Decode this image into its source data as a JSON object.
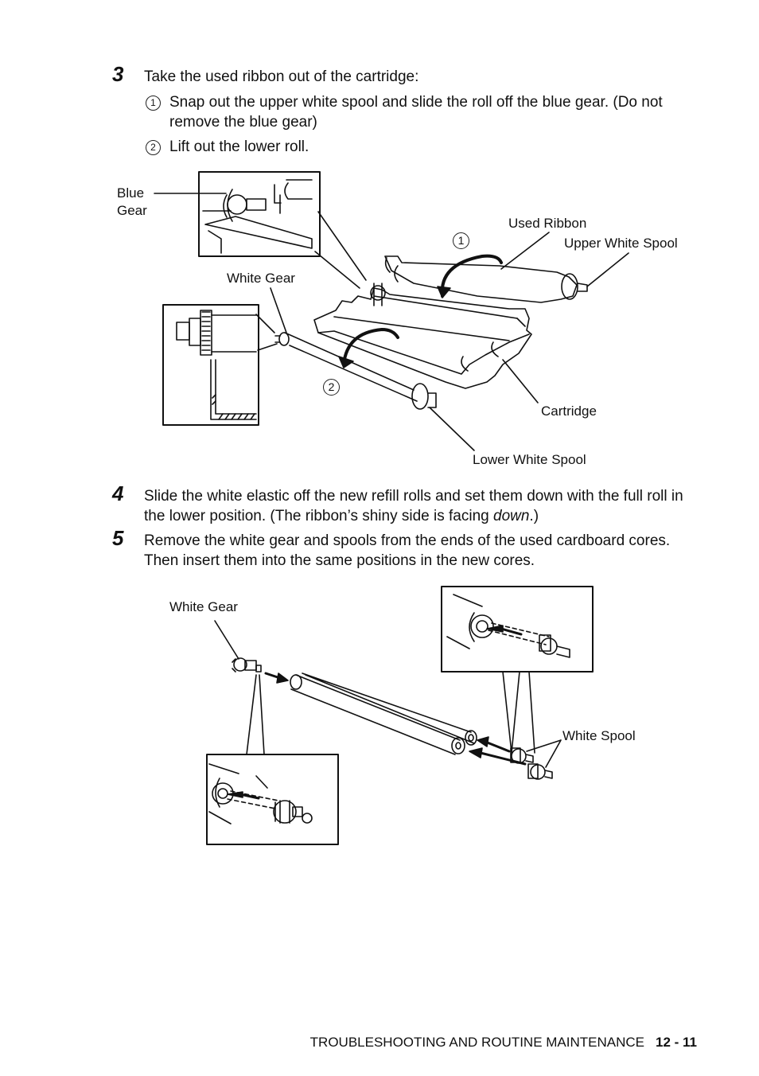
{
  "step3": {
    "number": "3",
    "text": "Take the used ribbon out of the cartridge:",
    "sub1_marker": "1",
    "sub1_text": "Snap out the upper white spool and slide the roll off the blue gear. (Do not remove the blue gear)",
    "sub2_marker": "2",
    "sub2_text": "Lift out the lower roll."
  },
  "figure1": {
    "label_blue_gear_1": "Blue",
    "label_blue_gear_2": "Gear",
    "label_used_ribbon": "Used Ribbon",
    "label_upper_white_spool": "Upper White Spool",
    "label_white_gear": "White Gear",
    "label_cartridge": "Cartridge",
    "label_lower_white_spool": "Lower White Spool",
    "marker_1": "1",
    "marker_2": "2"
  },
  "step4": {
    "number": "4",
    "text_before": "Slide the white elastic off the new refill rolls and set them down with the full roll in the lower position. (The ribbon’s shiny side is facing ",
    "text_emph": "down",
    "text_after": ".)"
  },
  "step5": {
    "number": "5",
    "text": "Remove the white gear and spools from the ends of the used cardboard cores. Then insert them into the same positions in the new cores."
  },
  "figure2": {
    "label_white_gear": "White Gear",
    "label_white_spool": "White Spool"
  },
  "footer": {
    "section": "TROUBLESHOOTING AND ROUTINE MAINTENANCE",
    "page": "12 - 11"
  }
}
